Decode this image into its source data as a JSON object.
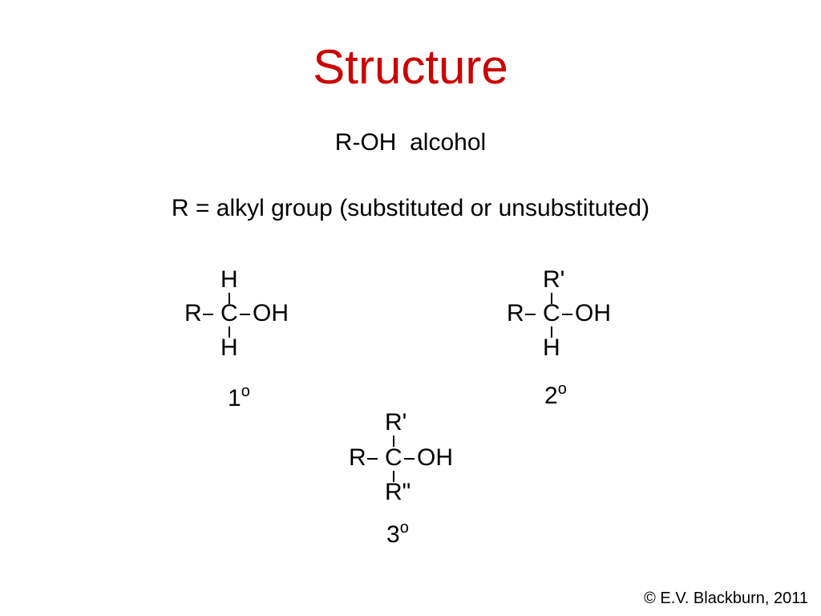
{
  "slide": {
    "title": "Structure",
    "line1": "R-OH  alcohol",
    "line2": "R = alkyl group (substituted or unsubstituted)",
    "footer": "© E.V. Blackburn, 2011"
  },
  "structures": {
    "primary": {
      "top": "H",
      "left": "R",
      "center": "C",
      "right": "OH",
      "bottom": "H",
      "label": "1",
      "label_sup": "o"
    },
    "secondary": {
      "top": "R'",
      "left": "R",
      "center": "C",
      "right": "OH",
      "bottom": "H",
      "label": "2",
      "label_sup": "o"
    },
    "tertiary": {
      "top": "R'",
      "left": "R",
      "center": "C",
      "right": "OH",
      "bottom": "R\"",
      "label": "3",
      "label_sup": "o"
    }
  },
  "colors": {
    "title": "#cc0000",
    "text": "#000000",
    "background": "#ffffff"
  }
}
